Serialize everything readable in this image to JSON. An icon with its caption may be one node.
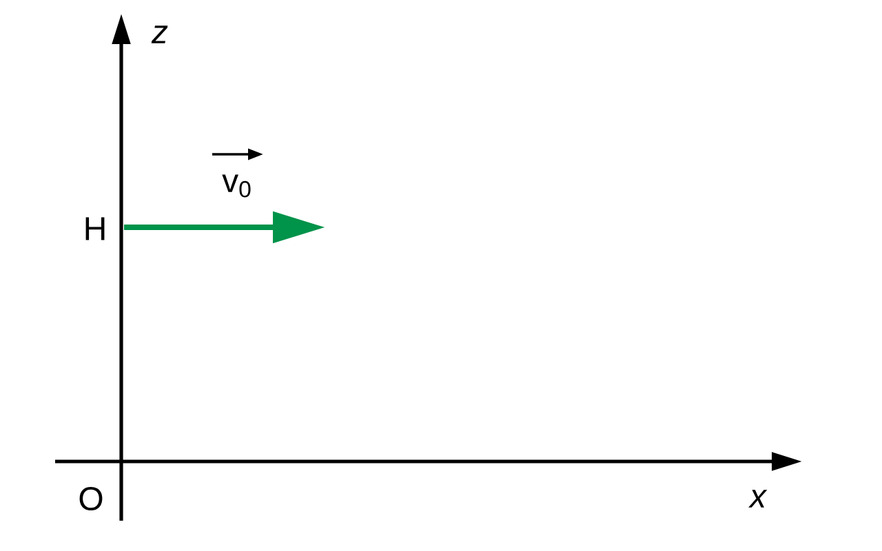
{
  "diagram": {
    "labels": [
      "z",
      "v$_{0}$",
      "H",
      "O",
      "x"
    ]
  }
}
